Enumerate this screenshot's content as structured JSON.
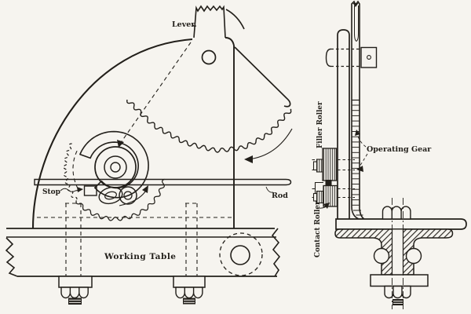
{
  "figure": {
    "colors": {
      "paper": "#f6f4ef",
      "ink": "#221f1a"
    },
    "labels": {
      "lever": "Lever.",
      "stop": "Stop",
      "rod": "Rod",
      "working_table": "Working Table",
      "filler_roller": "Filler Roller",
      "contact_roller": "Contact Roller",
      "operating_gear": "Operating Gear"
    }
  }
}
